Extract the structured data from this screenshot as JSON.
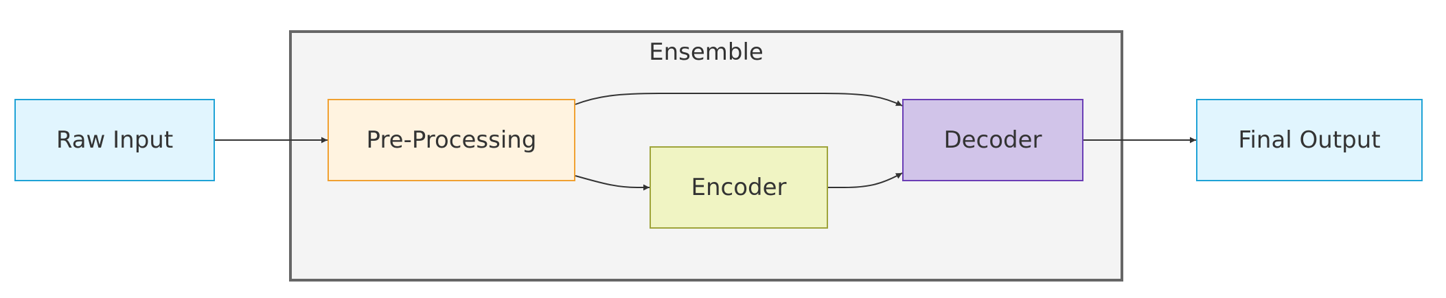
{
  "diagram": {
    "cluster": {
      "label": "Ensemble",
      "fill": "#f4f4f4",
      "border": "#666666"
    },
    "nodes": {
      "raw_input": {
        "label": "Raw Input",
        "fill": "#e1f5fe",
        "border": "#1ea2d6"
      },
      "pre_processing": {
        "label": "Pre-Processing",
        "fill": "#fff3e0",
        "border": "#f0a030"
      },
      "encoder": {
        "label": "Encoder",
        "fill": "#f0f4c3",
        "border": "#9ea33a"
      },
      "decoder": {
        "label": "Decoder",
        "fill": "#d1c4e9",
        "border": "#6a3db5"
      },
      "final_output": {
        "label": "Final Output",
        "fill": "#e1f5fe",
        "border": "#1ea2d6"
      }
    },
    "edges": [
      {
        "from": "raw_input",
        "to": "pre_processing"
      },
      {
        "from": "pre_processing",
        "to": "decoder"
      },
      {
        "from": "pre_processing",
        "to": "encoder"
      },
      {
        "from": "encoder",
        "to": "decoder"
      },
      {
        "from": "decoder",
        "to": "final_output"
      }
    ],
    "edge_color": "#333333"
  }
}
